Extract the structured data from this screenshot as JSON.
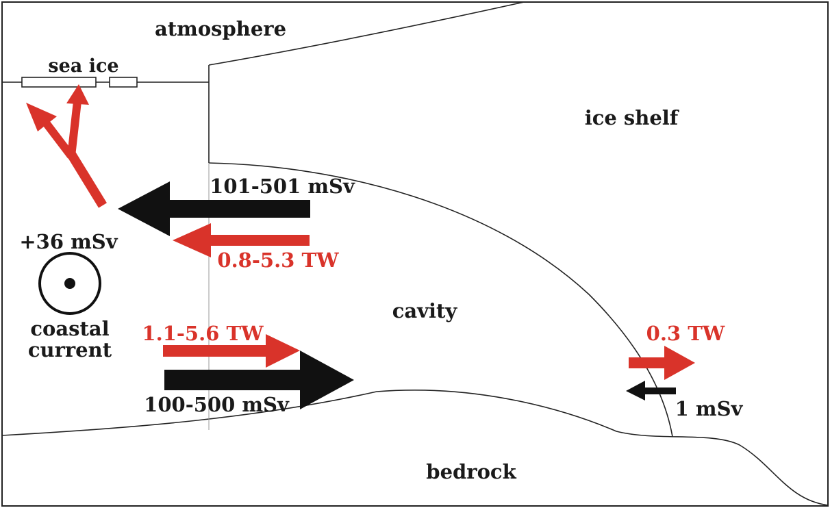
{
  "colors": {
    "heat_flux": "#d9332a",
    "volume_flux": "#111111",
    "outline": "#222222",
    "background": "#ffffff"
  },
  "regions": {
    "atmosphere": "atmosphere",
    "sea_ice": "sea ice",
    "ice_shelf": "ice shelf",
    "cavity": "cavity",
    "bedrock": "bedrock"
  },
  "coastal_current": {
    "flux": "+36 mSv",
    "label_line1": "coastal",
    "label_line2": "current",
    "icon": "out-of-page-flow-icon"
  },
  "fluxes": {
    "outflow_volume": "101-501 mSv",
    "outflow_heat": "0.8-5.3 TW",
    "inflow_heat": "1.1-5.6 TW",
    "inflow_volume": "100-500 mSv",
    "grounding_heat": "0.3 TW",
    "grounding_volume": "1 mSv"
  }
}
